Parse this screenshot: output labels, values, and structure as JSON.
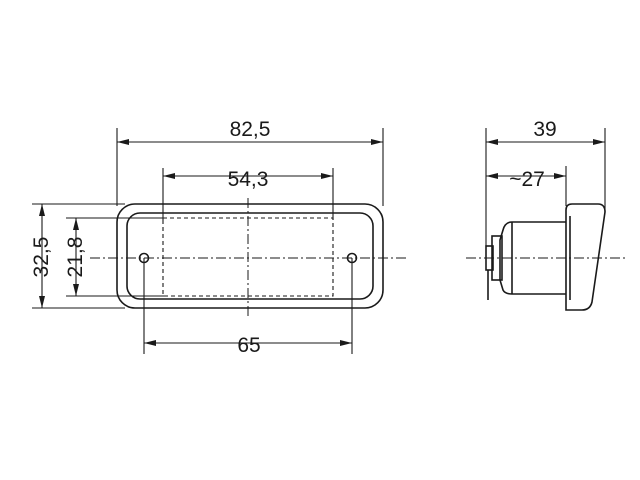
{
  "dimensions": {
    "overall_length": "82,5",
    "lens_length": "54,3",
    "hole_spacing": "65",
    "overall_height": "32,5",
    "lens_height": "21,8",
    "side_depth": "39",
    "side_body_depth": "~27"
  }
}
